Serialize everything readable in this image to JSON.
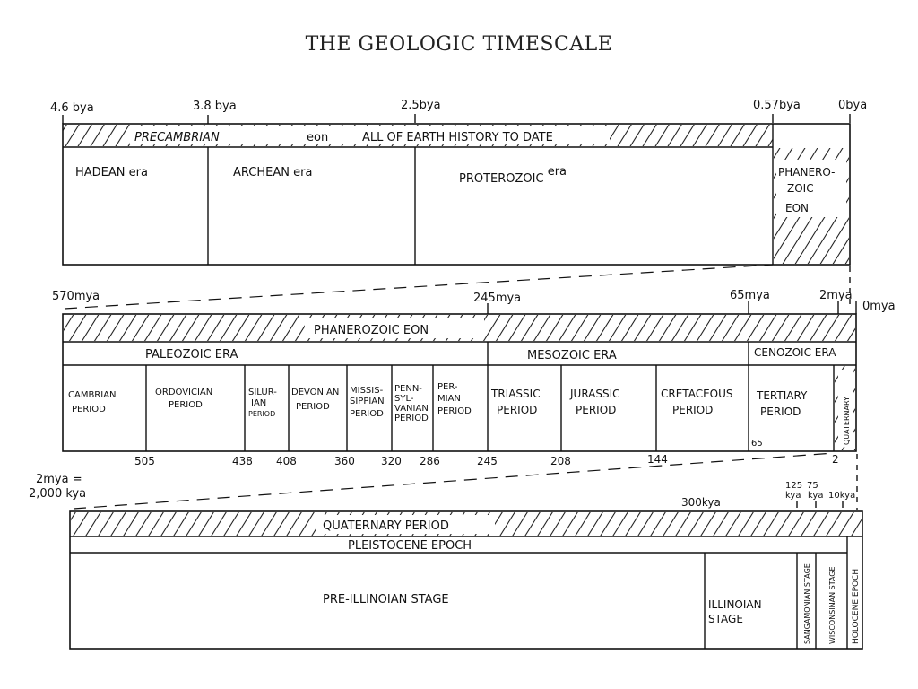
{
  "title": "THE GEOLOGIC TIMESCALE",
  "top": {
    "ticks": [
      "4.6 bya",
      "3.8 bya",
      "2.5bya",
      "0.57bya",
      "0bya"
    ],
    "band_text": [
      "PRECAMBRIAN",
      "eon",
      "ALL OF EARTH HISTORY TO DATE"
    ],
    "eras": [
      {
        "name": "HADEAN",
        "suffix": "era"
      },
      {
        "name": "ARCHEAN",
        "suffix": "era"
      },
      {
        "name": "PROTEROZOIC",
        "suffix": "era"
      }
    ],
    "phanerozoic": [
      "PHANERO-",
      "ZOIC",
      "EON"
    ]
  },
  "middle": {
    "ticks": [
      "570mya",
      "245mya",
      "65mya",
      "2mya",
      "0mya"
    ],
    "eon_label": "PHANEROZOIC EON",
    "eras": [
      "PALEOZOIC ERA",
      "MESOZOIC ERA",
      "CENOZOIC ERA"
    ],
    "periods": [
      [
        "CAMBRIAN",
        "PERIOD"
      ],
      [
        "ORDOVICIAN",
        "PERIOD"
      ],
      [
        "SILUR-",
        "IAN",
        "PERIOD"
      ],
      [
        "DEVONIAN",
        "PERIOD"
      ],
      [
        "MISSIS-",
        "SIPPIAN",
        "PERIOD"
      ],
      [
        "PENN-",
        "SYL-",
        "VANIAN",
        "PERIOD"
      ],
      [
        "PER-",
        "MIAN",
        "PERIOD"
      ],
      [
        "TRIASSIC",
        "PERIOD"
      ],
      [
        "JURASSIC",
        "PERIOD"
      ],
      [
        "CRETACEOUS",
        "PERIOD"
      ],
      [
        "TERTIARY",
        "PERIOD"
      ]
    ],
    "quaternary_label": "QUATERNARY",
    "inner_65": "65",
    "bottom_ticks": [
      "505",
      "438",
      "408",
      "360",
      "320",
      "286",
      "245",
      "208",
      "144",
      "2"
    ]
  },
  "bottom": {
    "left_label": [
      "2mya =",
      "2,000 kya"
    ],
    "ticks": [
      "300kya",
      "125",
      "kya",
      "75",
      "kya",
      "10kya"
    ],
    "period_label": "QUATERNARY PERIOD",
    "epoch_label": "PLEISTOCENE EPOCH",
    "stages": [
      "PRE-ILLINOIAN STAGE",
      "ILLINOIAN",
      "STAGE"
    ],
    "vertical": [
      "SANGAMONIAN STAGE",
      "WISCONSINAN STAGE",
      "HOLOCENE EPOCH"
    ]
  }
}
